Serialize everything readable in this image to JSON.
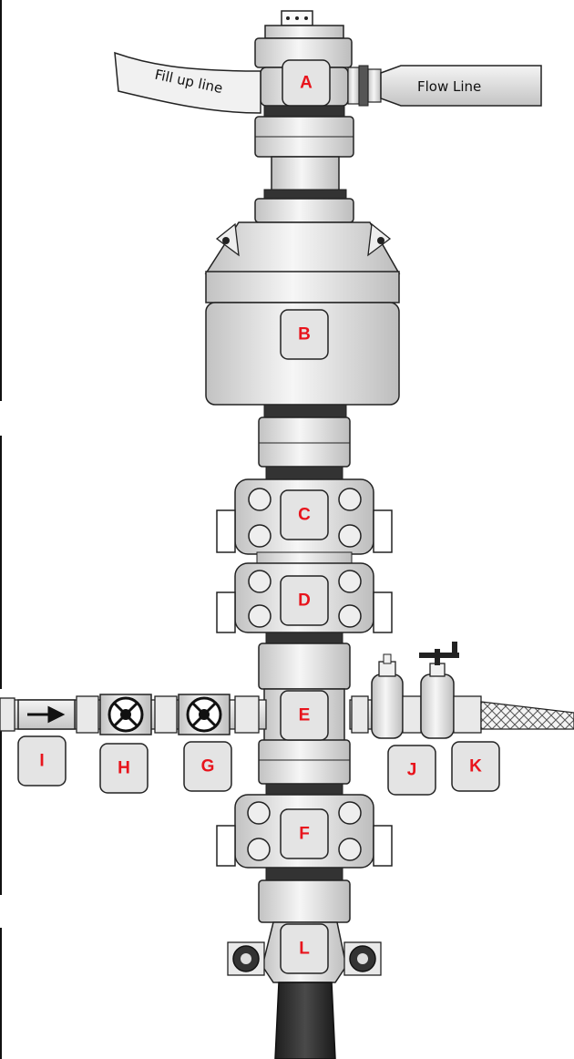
{
  "labels": {
    "fill_up_line": "Fill up line",
    "flow_line": "Flow Line"
  },
  "callouts": [
    "A",
    "B",
    "C",
    "D",
    "E",
    "F",
    "G",
    "H",
    "I",
    "J",
    "K",
    "L"
  ],
  "colors": {
    "callout_text": "#e8141c",
    "callout_fill": "#e4e4e4",
    "body_light": "#f3f3f3",
    "body_dark": "#bdbdbd",
    "outline": "#222222",
    "casing": "#2e2e2e"
  }
}
